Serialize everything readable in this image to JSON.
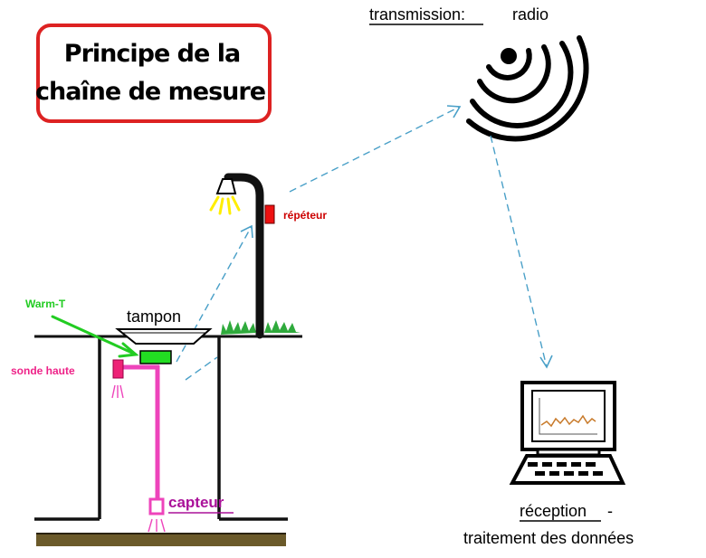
{
  "title": {
    "line1": "Principe de la",
    "line2": "chaîne de mesure"
  },
  "labels": {
    "transmission": "transmission:",
    "radio": "radio",
    "repeteur": "répéteur",
    "warm_t": "Warm-T",
    "tampon": "tampon",
    "sonde_haute": "sonde  haute",
    "capteur": "capteur",
    "reception": "réception",
    "reception_dash": "-",
    "traitement": "traitement des données"
  },
  "colors": {
    "frame_red": "#dd2222",
    "repeater_red": "#cc0000",
    "warm_green": "#22cc22",
    "sensor_pink": "#ee44bb",
    "capteur_label": "#aa1199",
    "link_blue": "#4aa0c8",
    "lamp_yellow": "#ffee00",
    "ground_brown": "#6b5a2a",
    "grass_green": "#2faa3c",
    "chart_orange": "#c87a2a"
  },
  "icons": {
    "radio": "radio-waves-icon",
    "lamp": "street-lamp-icon",
    "computer": "computer-icon"
  }
}
